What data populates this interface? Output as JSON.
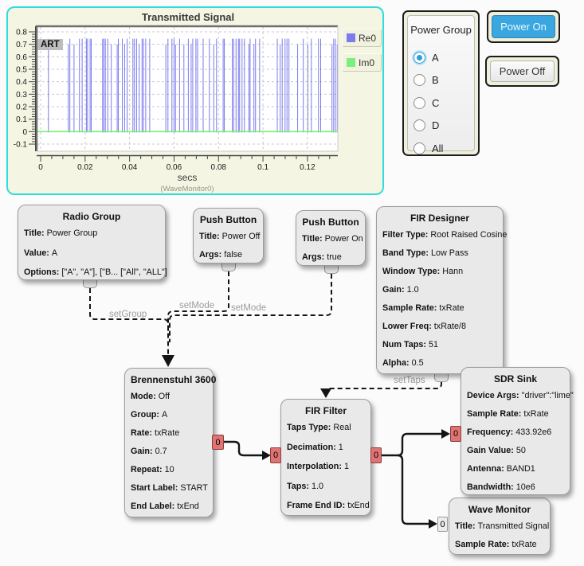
{
  "wave_monitor_panel": {
    "title": "Transmitted Signal",
    "xlabel": "secs",
    "footer": "(WaveMonitor0)",
    "annotation": "ART",
    "legend": [
      {
        "label": "Re0",
        "color": "#7b7bee"
      },
      {
        "label": "Im0",
        "color": "#7bef7b"
      }
    ]
  },
  "chart_data": {
    "type": "line",
    "title": "Transmitted Signal",
    "xlabel": "secs",
    "x_ticks": [
      0,
      0.02,
      0.04,
      0.06,
      0.08,
      0.1,
      0.12
    ],
    "x_tick_labels": [
      "0",
      "0.02",
      "0.04",
      "0.06",
      "0.08",
      "0.1",
      "0.12"
    ],
    "y_ticks": [
      0.8,
      0.7,
      0.6,
      0.5,
      0.4,
      0.3,
      0.2,
      0.1,
      0,
      -0.1
    ],
    "y_tick_labels": [
      "0.8",
      "0.7",
      "0.6",
      "0.5",
      "0.4",
      "0.3",
      "0.2",
      "0.1",
      "0",
      "-0.1"
    ],
    "xlim": [
      0,
      0.1337
    ],
    "ylim": [
      -0.16,
      0.845
    ],
    "grid": true,
    "legend_position": "right",
    "series": [
      {
        "name": "Re0",
        "color": "#7b7bee",
        "kind": "ook-pulse-bursts",
        "pulse_high": 0.745,
        "pulse_low": 0,
        "bursts": [
          [
            0.0035,
            0.0045
          ],
          [
            0.0104,
            0.0509
          ],
          [
            0.0563,
            0.101
          ],
          [
            0.1064,
            0.1337
          ]
        ]
      },
      {
        "name": "Im0",
        "color": "#7bef7b",
        "kind": "constant",
        "value": 0
      }
    ],
    "annotations": [
      {
        "text": "ART",
        "x": 0.0,
        "y": 0.72
      }
    ]
  },
  "power_group": {
    "title": "Power Group",
    "options": [
      "A",
      "B",
      "C",
      "D",
      "All"
    ],
    "selected": "A"
  },
  "buttons": {
    "power_on": "Power On",
    "power_off": "Power Off"
  },
  "wire_labels": {
    "set_group": "setGroup",
    "set_mode_off": "setMode",
    "set_mode_on": "setMode",
    "set_taps": "setTaps"
  },
  "port_label": "0",
  "blocks": {
    "radio_group": {
      "title": "Radio Group",
      "params": [
        {
          "label": "Title",
          "value": "Power Group"
        },
        {
          "label": "Value",
          "value": "A"
        },
        {
          "label": "Options",
          "value": "[\"A\", \"A\"], [\"B... [\"All\", \"ALL\"]"
        }
      ]
    },
    "push_button_off": {
      "title": "Push Button",
      "params": [
        {
          "label": "Title",
          "value": "Power Off"
        },
        {
          "label": "Args",
          "value": "false"
        }
      ]
    },
    "push_button_on": {
      "title": "Push Button",
      "params": [
        {
          "label": "Title",
          "value": "Power On"
        },
        {
          "label": "Args",
          "value": "true"
        }
      ]
    },
    "fir_designer": {
      "title": "FIR Designer",
      "params": [
        {
          "label": "Filter Type",
          "value": "Root Raised Cosine"
        },
        {
          "label": "Band Type",
          "value": "Low Pass"
        },
        {
          "label": "Window Type",
          "value": "Hann"
        },
        {
          "label": "Gain",
          "value": "1.0"
        },
        {
          "label": "Sample Rate",
          "value": "txRate"
        },
        {
          "label": "Lower Freq",
          "value": "txRate/8"
        },
        {
          "label": "Num Taps",
          "value": "51"
        },
        {
          "label": "Alpha",
          "value": "0.5"
        }
      ]
    },
    "brennenstuhl": {
      "title": "Brennenstuhl 3600",
      "params": [
        {
          "label": "Mode",
          "value": "Off"
        },
        {
          "label": "Group",
          "value": "A"
        },
        {
          "label": "Rate",
          "value": "txRate"
        },
        {
          "label": "Gain",
          "value": "0.7"
        },
        {
          "label": "Repeat",
          "value": "10"
        },
        {
          "label": "Start Label",
          "value": "START"
        },
        {
          "label": "End Label",
          "value": "txEnd"
        }
      ]
    },
    "fir_filter": {
      "title": "FIR Filter",
      "params": [
        {
          "label": "Taps Type",
          "value": "Real"
        },
        {
          "label": "Decimation",
          "value": "1"
        },
        {
          "label": "Interpolation",
          "value": "1"
        },
        {
          "label": "Taps",
          "value": "1.0"
        },
        {
          "label": "Frame End ID",
          "value": "txEnd"
        }
      ]
    },
    "sdr_sink": {
      "title": "SDR Sink",
      "params": [
        {
          "label": "Device Args",
          "value": "\"driver\":\"lime\""
        },
        {
          "label": "Sample Rate",
          "value": "txRate"
        },
        {
          "label": "Frequency",
          "value": "433.92e6"
        },
        {
          "label": "Gain Value",
          "value": "50"
        },
        {
          "label": "Antenna",
          "value": "BAND1"
        },
        {
          "label": "Bandwidth",
          "value": "10e6"
        }
      ]
    },
    "wave_monitor": {
      "title": "Wave Monitor",
      "params": [
        {
          "label": "Title",
          "value": "Transmitted Signal"
        },
        {
          "label": "Sample Rate",
          "value": "txRate"
        }
      ]
    }
  },
  "colors": {
    "accent_blue": "#3aa7e0",
    "panel_border": "#2fdddd",
    "panel_bg": "#f5f5e3",
    "re0": "#7b7bee",
    "im0": "#7bef7b",
    "port_red": "#e07474",
    "radio_selected": "#2f9bd8"
  }
}
